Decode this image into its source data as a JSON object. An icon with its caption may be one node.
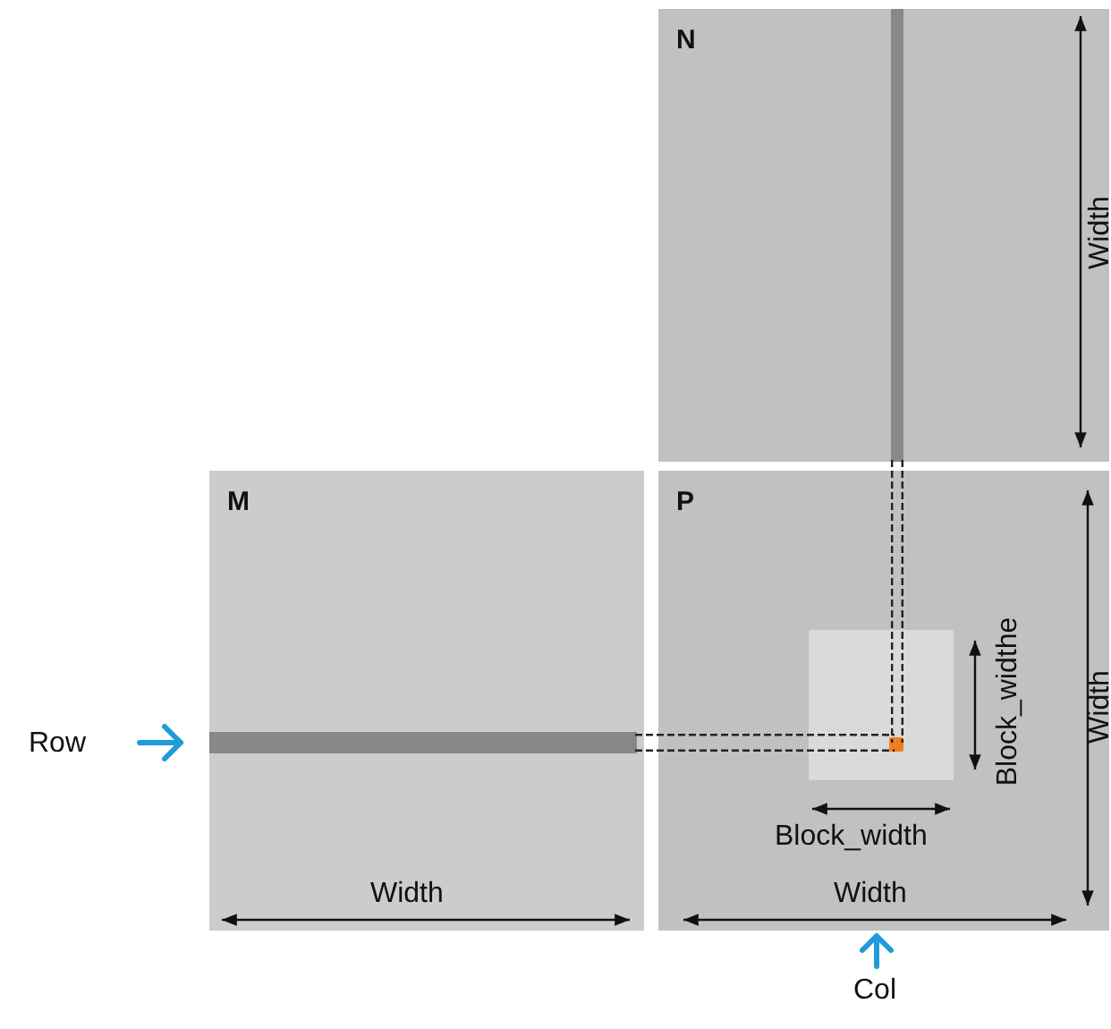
{
  "diagram": {
    "nodes": [
      {
        "text": [
          "N"
        ]
      },
      {
        "text": [],
        "shape": "bar",
        "in": 0
      },
      {
        "text": [
          "M"
        ]
      },
      {
        "text": [],
        "shape": "bar",
        "in": 2
      },
      {
        "text": [
          "P"
        ]
      },
      {
        "text": [],
        "shape": "box",
        "in": 4
      },
      {
        "text": [],
        "shape": "box",
        "in": 5
      }
    ],
    "edges": [
      {
        "from": 1,
        "to": 6,
        "arrow": "none",
        "style": "dashed"
      },
      {
        "from": 3,
        "to": 6,
        "arrow": "none",
        "style": "dashed"
      }
    ],
    "labels": [
      "Width",
      "Block_widthe",
      "Width",
      "Row",
      "Block_width",
      "Width",
      "Width",
      "Col"
    ]
  }
}
